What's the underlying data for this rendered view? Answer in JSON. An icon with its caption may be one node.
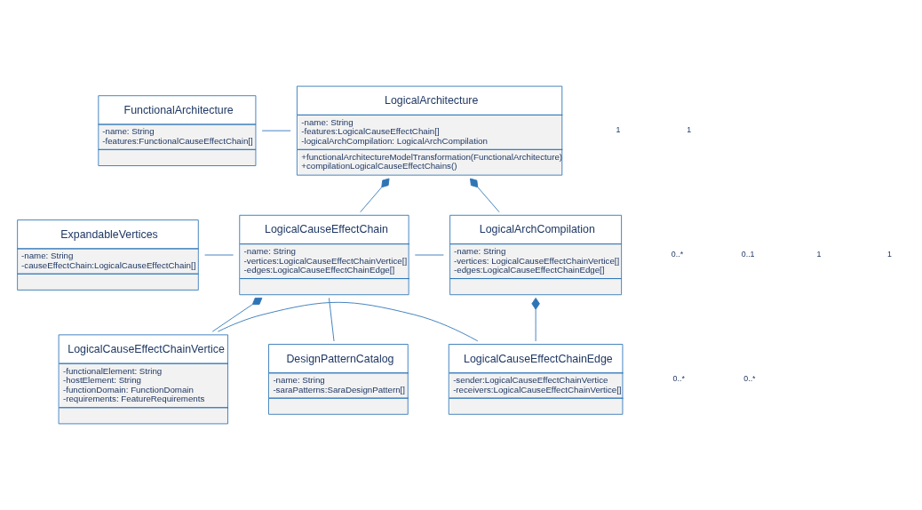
{
  "diagram": {
    "nodes": [
      {
        "text": [
          "LogicalArchitecture",
          "-name: String",
          "-features:LogicalCauseEffectChain[]",
          "-logicalArchCompilation: LogicalArchCompilation",
          "+functionalArchitectureModelTransformation(FunctionalArchitecture)",
          "+compilationLogicalCauseEffectChains()"
        ]
      },
      {
        "text": [
          "FunctionalArchitecture",
          "-name: String",
          "-features:FunctionalCauseEffectChain[]"
        ]
      },
      {
        "text": [
          "LogicalCauseEffectChain",
          "-name: String",
          "-vertices:LogicalCauseEffectChainVertice[]",
          "-edges:LogicalCauseEffectChainEdge[]"
        ]
      },
      {
        "text": [
          "LogicalArchCompilation",
          "-name: String",
          "-vertices: LogicalCauseEffectChainVertice[]",
          "-edges:LogicalCauseEffectChainEdge[]"
        ]
      },
      {
        "text": [
          "ExpandableVertices",
          "-name: String",
          "-causeEffectChain:LogicalCauseEffectChain[]"
        ]
      },
      {
        "text": [
          "DesignPatternCatalog",
          "-name: String",
          "-saraPatterns:SaraDesignPattern[]"
        ]
      },
      {
        "text": [
          "LogicalCauseEffectChainVertice",
          "-functionalElement: String",
          "-hostElement: String",
          "-functionDomain: FunctionDomain",
          "-requirements: FeatureRequirements"
        ]
      },
      {
        "text": [
          "LogicalCauseEffectChainEdge",
          "-sender:LogicalCauseEffectChainVertice",
          "-receivers:LogicalCauseEffectChainVertice[]"
        ]
      }
    ],
    "edges": [
      {
        "from": 1,
        "to": 0,
        "arrow": "none"
      },
      {
        "from": 0,
        "to": 2,
        "arrow": "other"
      },
      {
        "from": 0,
        "to": 3,
        "arrow": "other"
      },
      {
        "from": 4,
        "to": 2,
        "arrow": "none"
      },
      {
        "from": 5,
        "to": 2,
        "arrow": "none"
      },
      {
        "from": 2,
        "to": 3,
        "arrow": "none"
      },
      {
        "from": 2,
        "to": 6,
        "arrow": "other"
      },
      {
        "from": 3,
        "to": 7,
        "arrow": "other"
      },
      {
        "from": 6,
        "to": 7,
        "arrow": "none"
      }
    ],
    "labels": [
      "1",
      "1",
      "0..*",
      "0..1",
      "1",
      "1",
      "0..*",
      "0..*"
    ]
  }
}
